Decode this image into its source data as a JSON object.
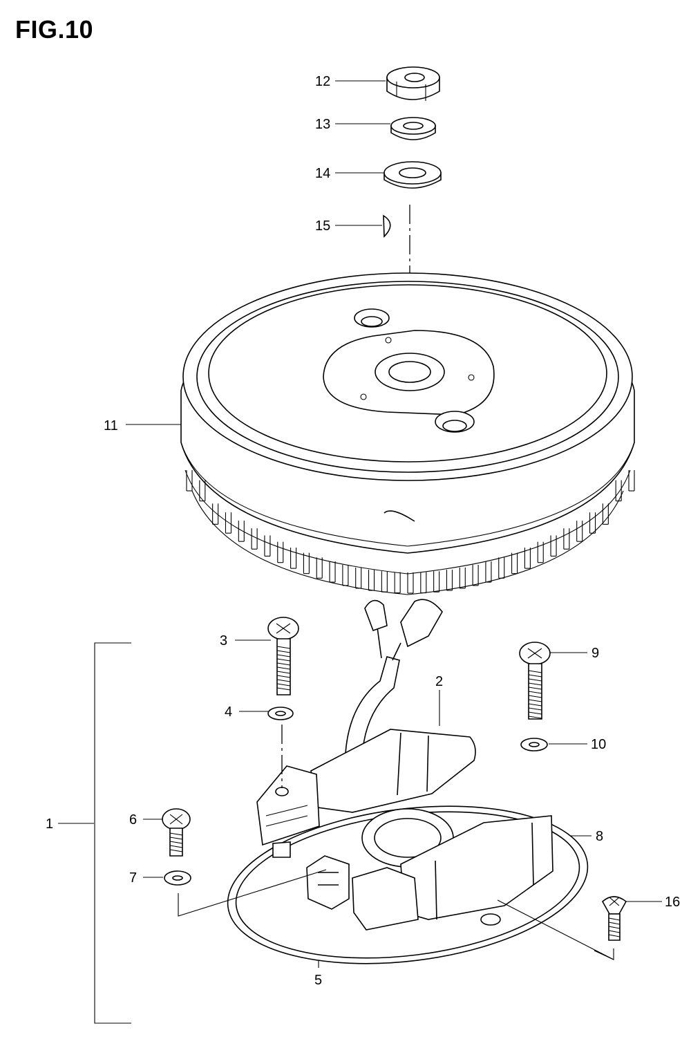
{
  "figure": {
    "title": "FIG.10"
  },
  "parts": [
    {
      "ref": "1",
      "name": "stator-assembly"
    },
    {
      "ref": "2",
      "name": "coil"
    },
    {
      "ref": "3",
      "name": "screw"
    },
    {
      "ref": "4",
      "name": "washer"
    },
    {
      "ref": "5",
      "name": "clamp"
    },
    {
      "ref": "6",
      "name": "screw"
    },
    {
      "ref": "7",
      "name": "washer"
    },
    {
      "ref": "8",
      "name": "coil"
    },
    {
      "ref": "9",
      "name": "screw"
    },
    {
      "ref": "10",
      "name": "washer"
    },
    {
      "ref": "11",
      "name": "flywheel"
    },
    {
      "ref": "12",
      "name": "nut"
    },
    {
      "ref": "13",
      "name": "washer"
    },
    {
      "ref": "14",
      "name": "washer"
    },
    {
      "ref": "15",
      "name": "key"
    },
    {
      "ref": "16",
      "name": "screw"
    }
  ]
}
